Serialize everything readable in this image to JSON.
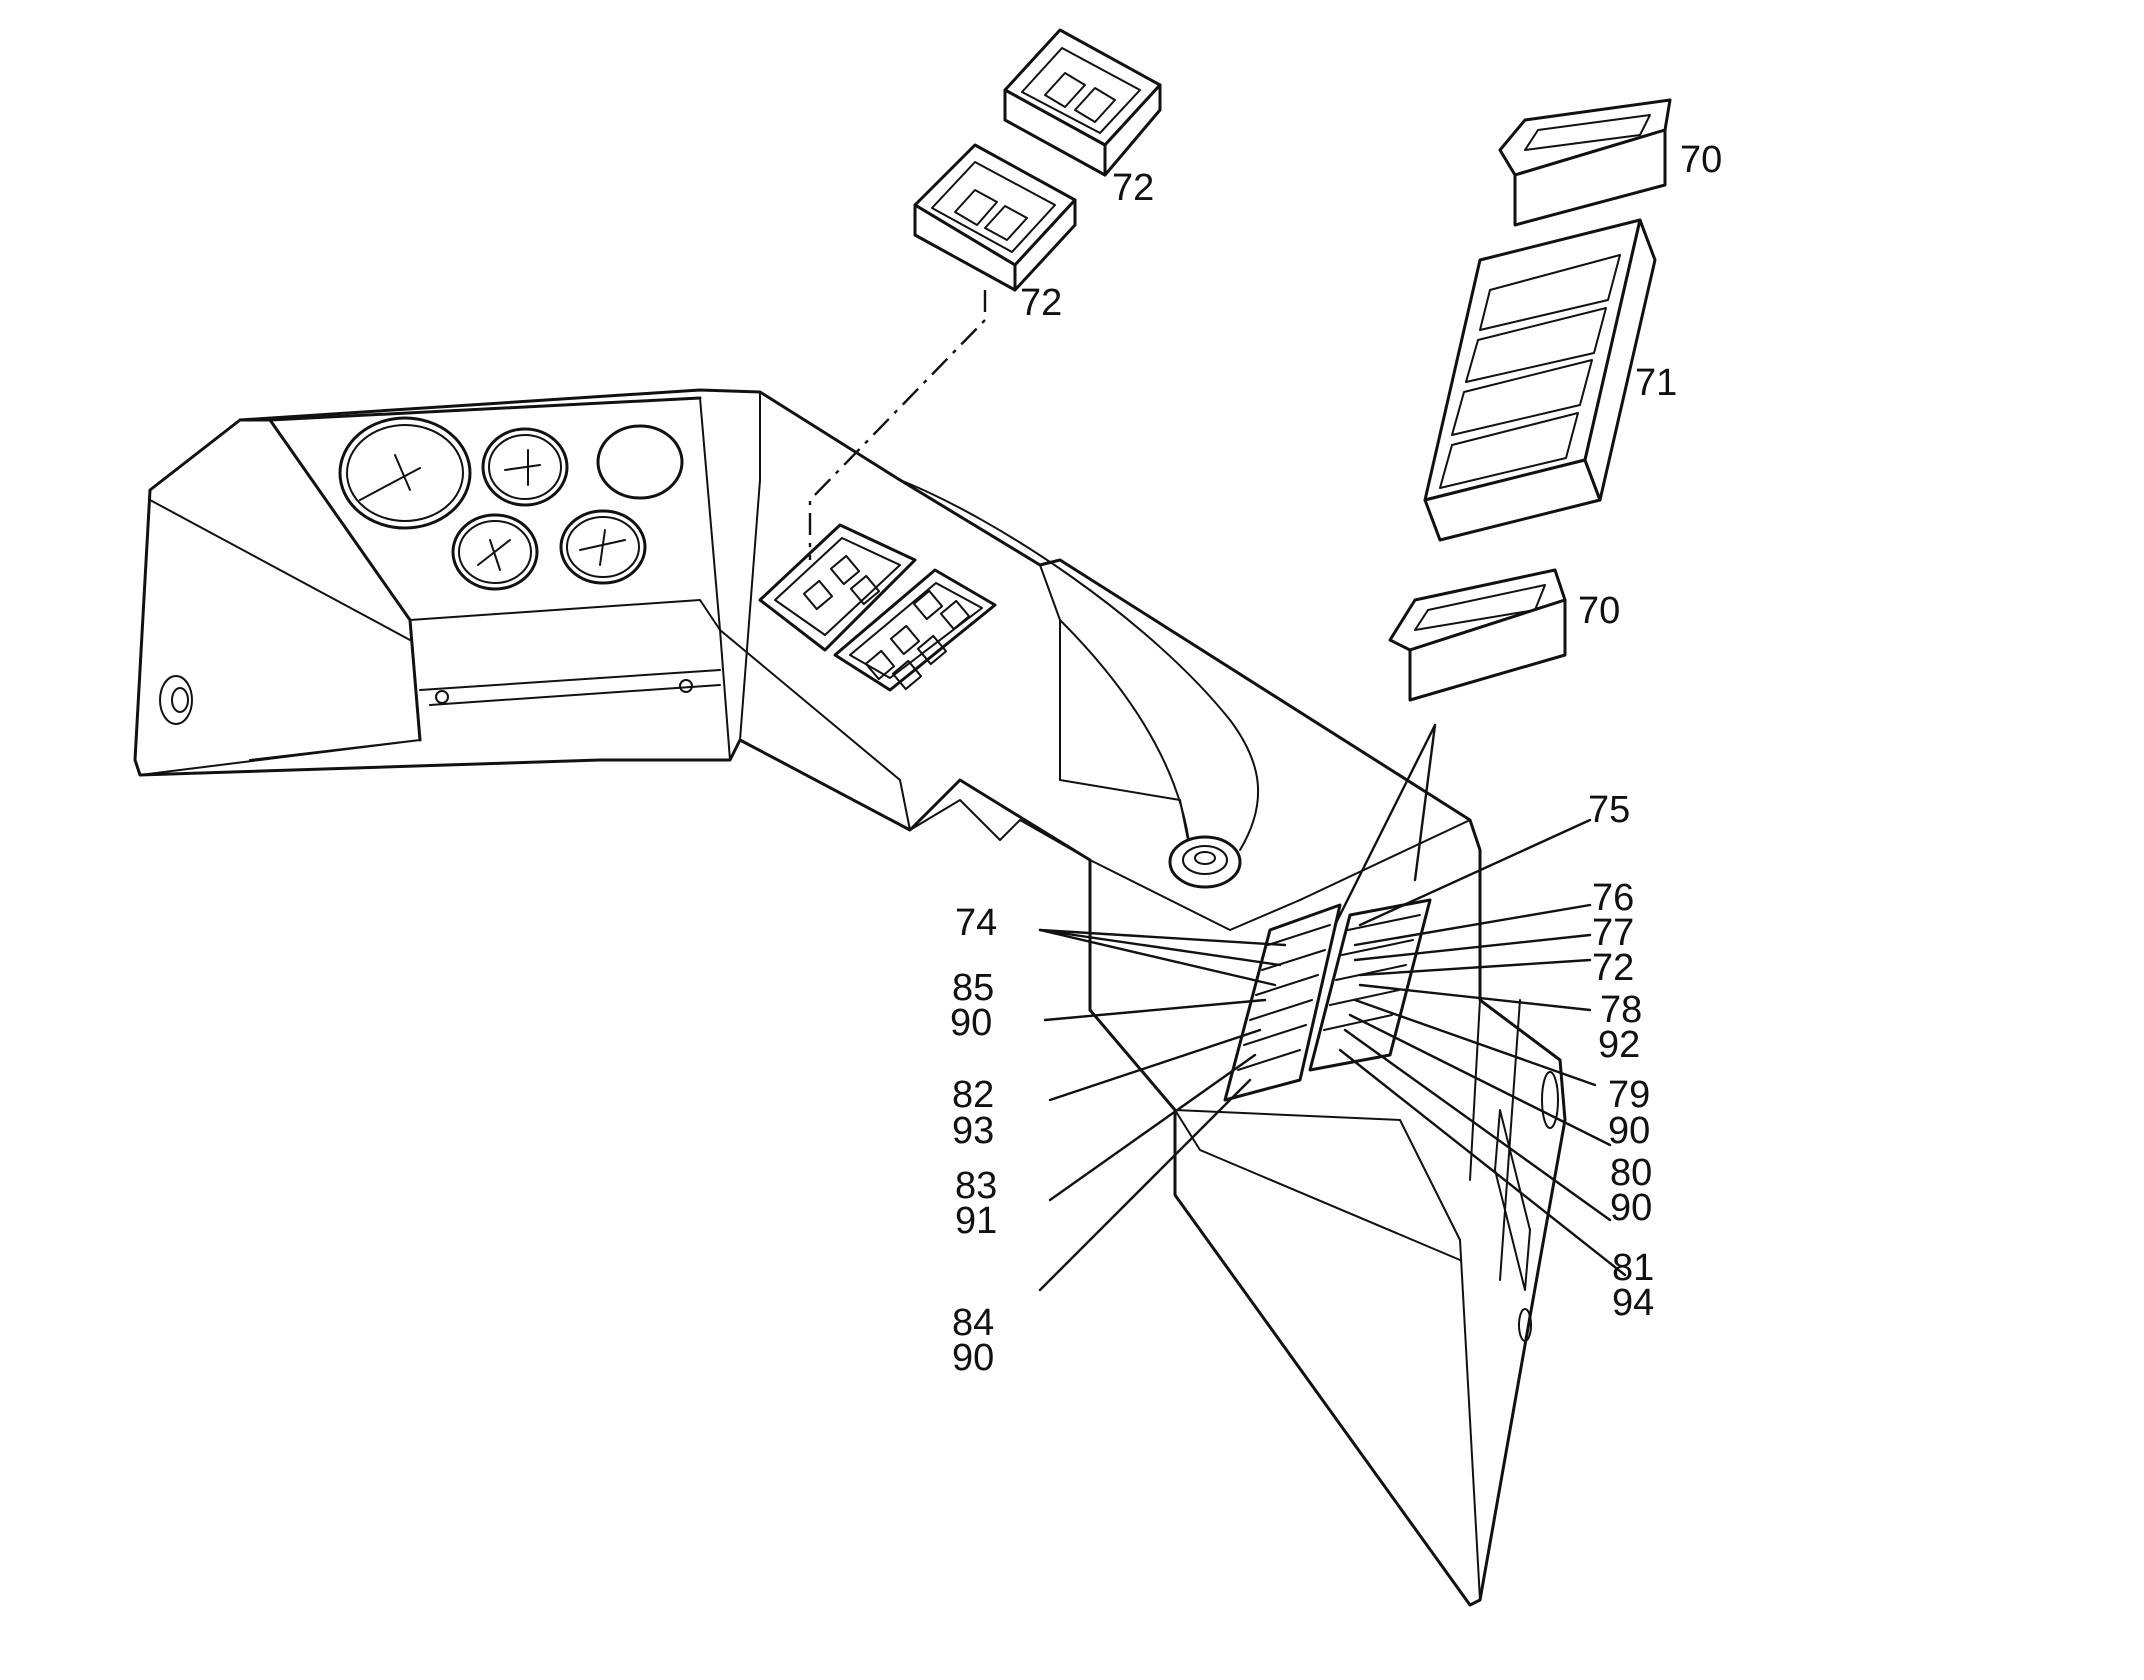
{
  "callouts": {
    "c70_top": "70",
    "c70_bottom": "70",
    "c71": "71",
    "c72_top_right": "72",
    "c72_top_left": "72",
    "c72_panel": "72",
    "c74": "74",
    "c75": "75",
    "c76": "76",
    "c77": "77",
    "c78": "78",
    "c92": "92",
    "c79": "79",
    "c90_a": "90",
    "c80": "80",
    "c90_b": "90",
    "c81": "81",
    "c94": "94",
    "c85": "85",
    "c90_c": "90",
    "c82": "82",
    "c93": "93",
    "c83": "83",
    "c91": "91",
    "c84": "84",
    "c90_d": "90"
  }
}
